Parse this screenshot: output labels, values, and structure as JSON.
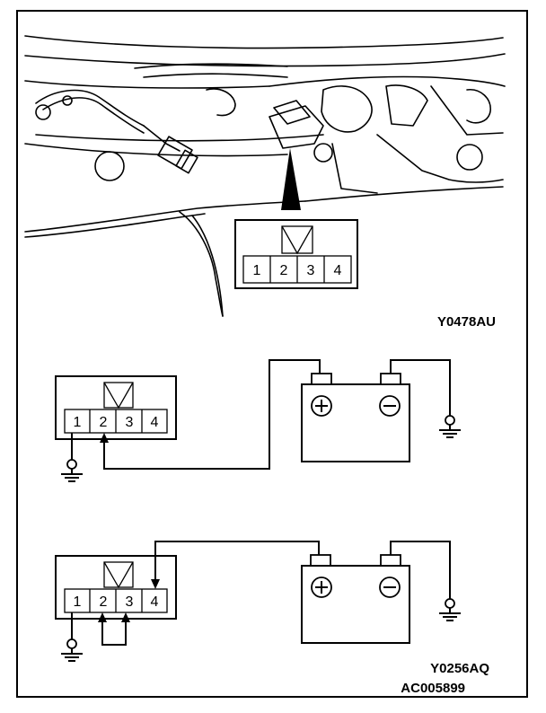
{
  "figure_codes": {
    "top": "Y0478AU",
    "bottom": "Y0256AQ",
    "document": "AC005899"
  },
  "connector": {
    "pins": [
      "1",
      "2",
      "3",
      "4"
    ]
  }
}
